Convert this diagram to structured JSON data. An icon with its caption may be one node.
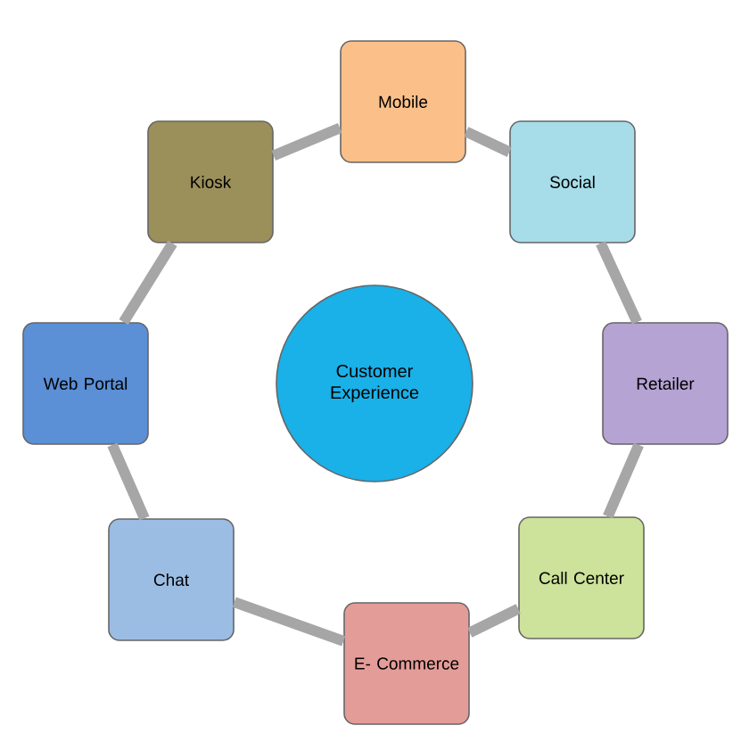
{
  "diagram": {
    "nodes": [
      {
        "text": [
          "Mobile"
        ]
      },
      {
        "text": [
          "Kiosk"
        ]
      },
      {
        "text": [
          "Social"
        ]
      },
      {
        "text": [
          "Web Portal"
        ]
      },
      {
        "text": [
          "Customer Experience"
        ]
      },
      {
        "text": [
          "Retailer"
        ]
      },
      {
        "text": [
          "Chat"
        ]
      },
      {
        "text": [
          "Call Center"
        ]
      },
      {
        "text": [
          "E- Commerce"
        ]
      }
    ],
    "edges": [
      {
        "from": 0,
        "to": 2,
        "arrow": "none"
      },
      {
        "from": 2,
        "to": 5,
        "arrow": "none"
      },
      {
        "from": 5,
        "to": 7,
        "arrow": "none"
      },
      {
        "from": 7,
        "to": 8,
        "arrow": "none"
      },
      {
        "from": 8,
        "to": 6,
        "arrow": "none"
      },
      {
        "from": 6,
        "to": 3,
        "arrow": "none"
      },
      {
        "from": 3,
        "to": 1,
        "arrow": "none"
      },
      {
        "from": 1,
        "to": 0,
        "arrow": "none"
      }
    ]
  }
}
